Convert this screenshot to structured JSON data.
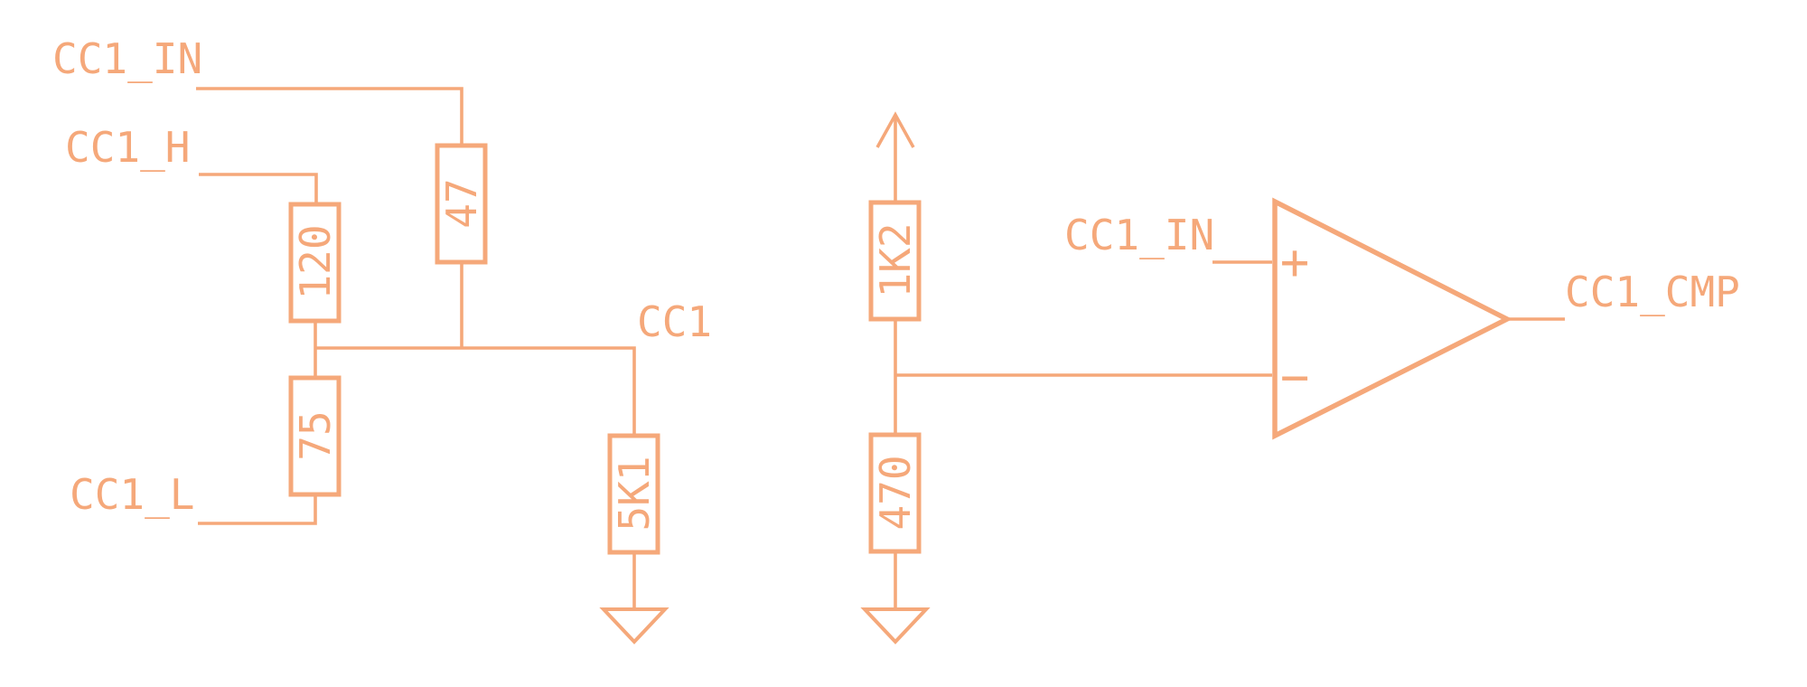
{
  "diagram": {
    "kind": "circuit-schematic",
    "colors": {
      "stroke": "#F5A87A",
      "background": "#FFFFFF"
    },
    "net_labels": {
      "cc1_in_left": "CC1_IN",
      "cc1_h": "CC1_H",
      "cc1_l": "CC1_L",
      "cc1": "CC1",
      "cc1_in_right": "CC1_IN",
      "cc1_cmp": "CC1_CMP"
    },
    "resistors": {
      "r47": "47",
      "r120": "120",
      "r75": "75",
      "r5k1": "5K1",
      "r1k2": "1K2",
      "r470": "470"
    },
    "comparator": {
      "non_inverting_marker": "+",
      "inverting_marker": "−"
    }
  }
}
